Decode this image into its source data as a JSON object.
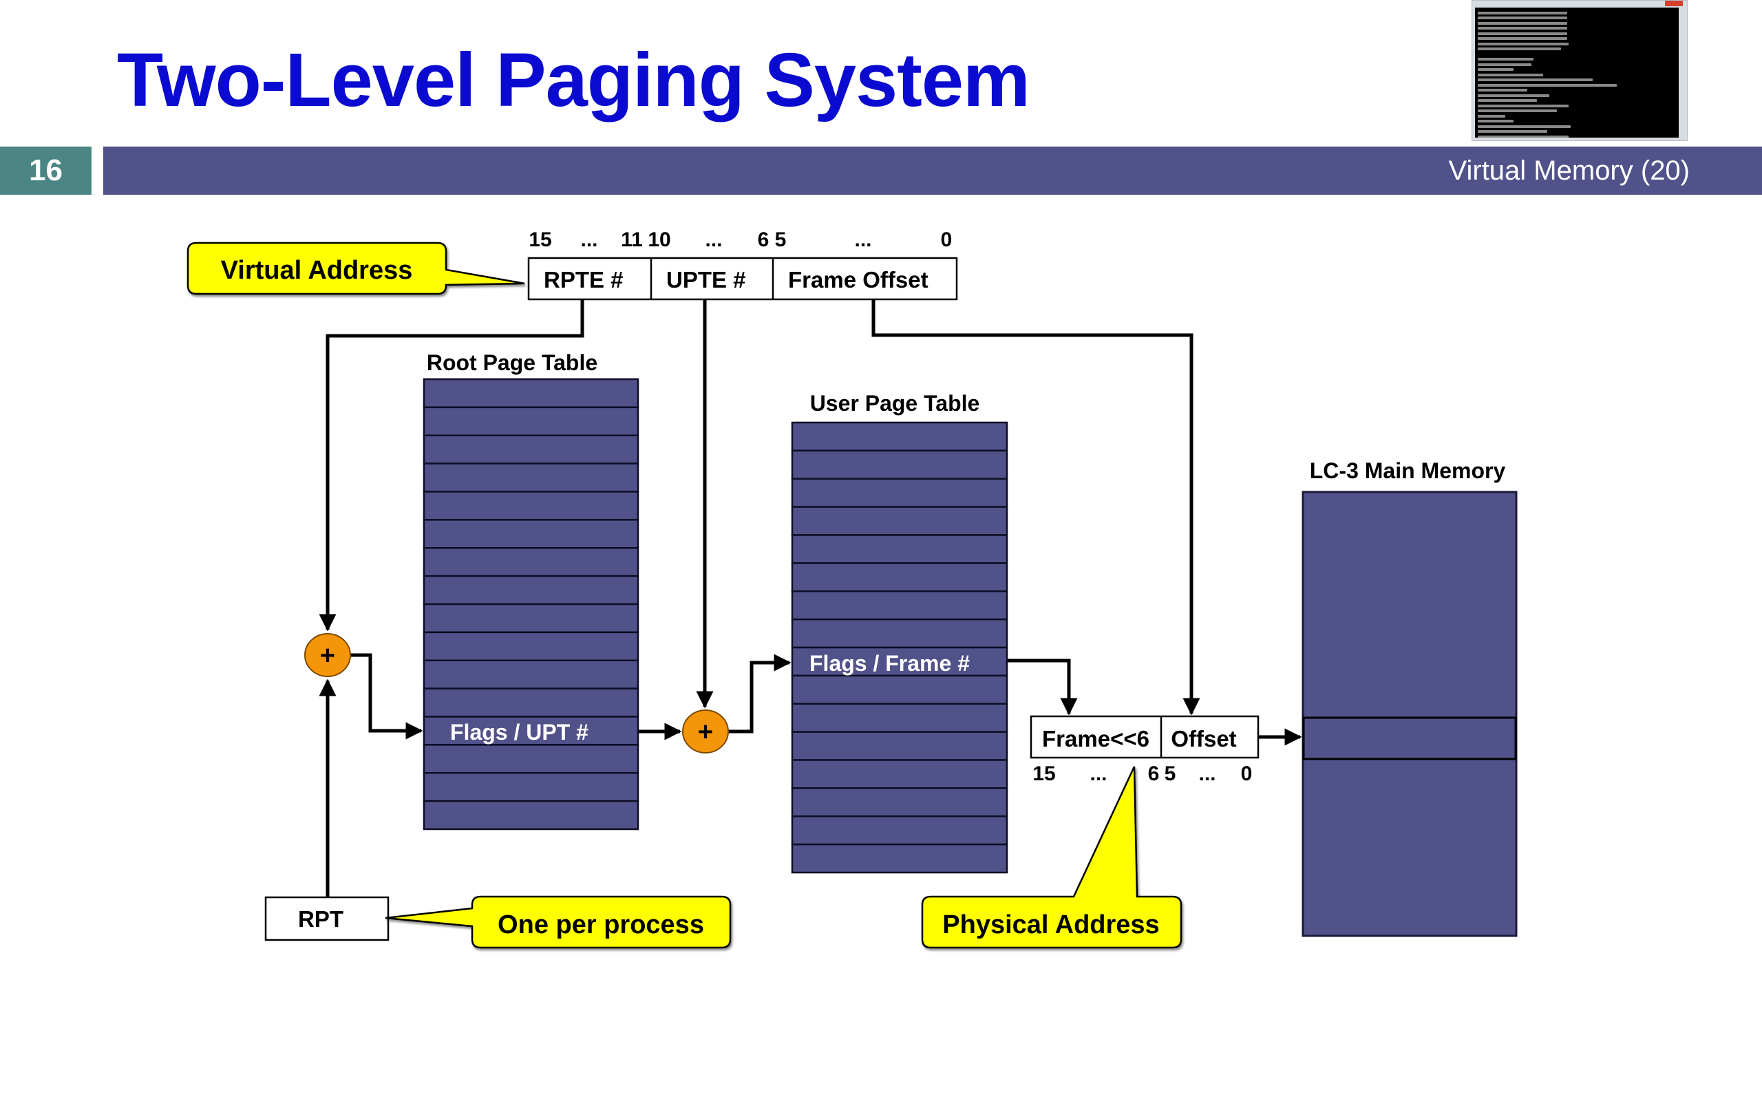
{
  "slide": {
    "title": "Two-Level Paging System",
    "page_number": "16",
    "section_label": "Virtual Memory (20)",
    "thumbnail": {
      "kind": "terminal-window-screenshot",
      "text_readable": false
    }
  },
  "colors": {
    "title": "#0a0ad0",
    "page_box": "#4b8584",
    "header_bar": "#52528a",
    "table_fill": "#52528a",
    "callout_fill": "#ffff00",
    "adder_fill": "#f5950a"
  },
  "virtual_address": {
    "callout": "Virtual Address",
    "bit_labels": [
      "15",
      "...",
      "11",
      "10",
      "...",
      "6",
      "5",
      "...",
      "0"
    ],
    "fields": [
      "RPTE #",
      "UPTE #",
      "Frame Offset"
    ]
  },
  "root_page_table": {
    "label": "Root Page Table",
    "row_count": 16,
    "highlight_row": 12,
    "highlight_text": "Flags / UPT #"
  },
  "user_page_table": {
    "label": "User Page Table",
    "row_count": 16,
    "highlight_row": 8,
    "highlight_text": "Flags / Frame #"
  },
  "main_memory": {
    "label": "LC-3 Main Memory"
  },
  "adders": {
    "symbol": "+"
  },
  "physical_address": {
    "callout": "Physical Address",
    "fields": [
      "Frame<<6",
      "Offset"
    ],
    "bit_labels": [
      "15",
      "...",
      "6",
      "5",
      "...",
      "0"
    ]
  },
  "rpt": {
    "label": "RPT",
    "callout": "One per process"
  }
}
